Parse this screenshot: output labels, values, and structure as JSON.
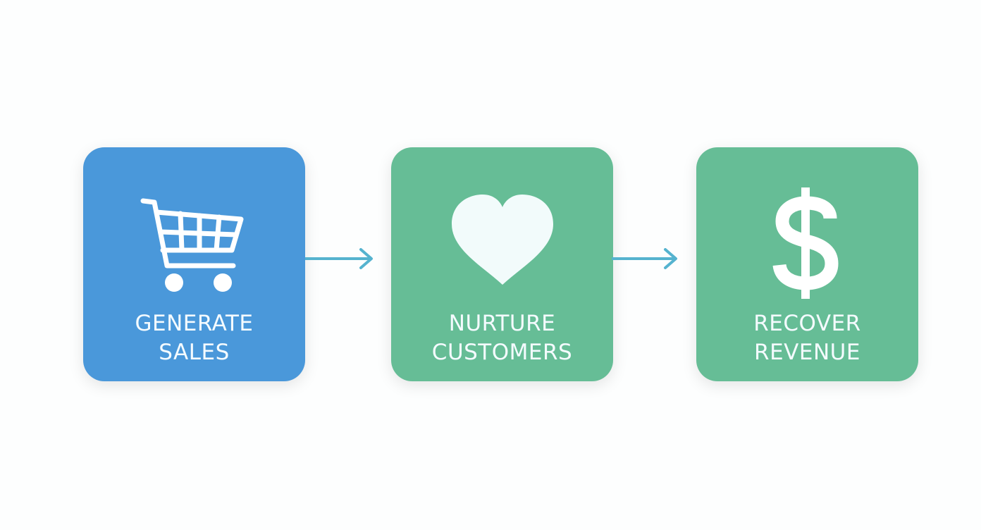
{
  "colors": {
    "background": "#fdfefe",
    "connector": "#55b3cf",
    "icon_fill": "#f2fbfb"
  },
  "steps": [
    {
      "icon": "shopping-cart-icon",
      "color": "#4a98da",
      "label_lines": [
        "GENERATE",
        "SALES"
      ]
    },
    {
      "icon": "heart-icon",
      "color": "#66bd96",
      "label_lines": [
        "NURTURE",
        "CUSTOMERS"
      ]
    },
    {
      "icon": "dollar-sign-icon",
      "color": "#66bd96",
      "label_lines": [
        "RECOVER",
        "REVENUE"
      ]
    }
  ],
  "connectors": [
    "arrow-right",
    "arrow-right"
  ]
}
